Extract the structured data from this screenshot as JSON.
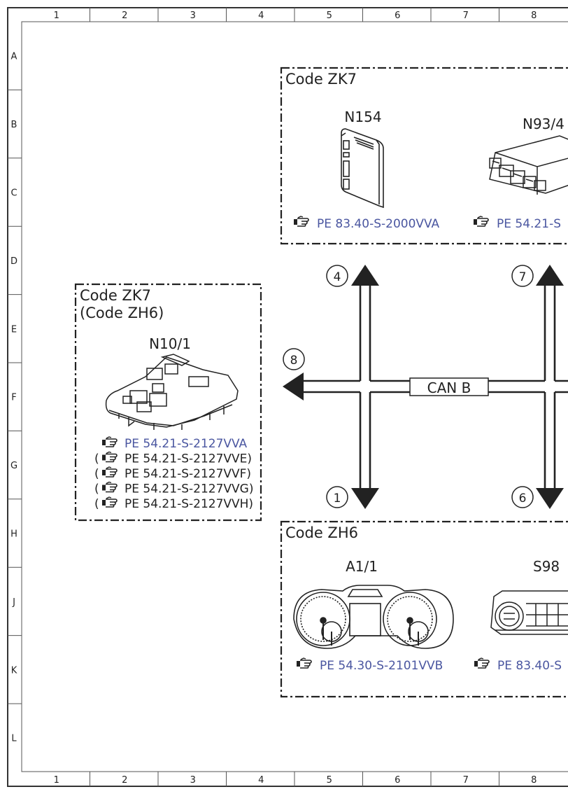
{
  "grid": {
    "columns": [
      "1",
      "2",
      "3",
      "4",
      "5",
      "6",
      "7",
      "8"
    ],
    "rows": [
      "A",
      "B",
      "C",
      "D",
      "E",
      "F",
      "G",
      "H",
      "J",
      "K",
      "L"
    ]
  },
  "bus_label": "CAN B",
  "link_color": "#4a56a0",
  "line_color": "#222222",
  "hand_icon": "pointing-hand-icon",
  "box_top": {
    "title": "Code ZK7",
    "components": [
      {
        "label": "N154",
        "ref": "PE 83.40-S-2000VVA"
      },
      {
        "label": "N93/4",
        "ref": "PE 54.21-S"
      }
    ]
  },
  "box_left": {
    "title_1": "Code ZK7",
    "title_2": "(Code ZH6)",
    "component": "N10/1",
    "refs": [
      {
        "open": "",
        "text": "PE 54.21-S-2127VVA",
        "close": "",
        "link": true
      },
      {
        "open": "(",
        "text": "PE 54.21-S-2127VVE",
        "close": ")",
        "link": false
      },
      {
        "open": "(",
        "text": "PE 54.21-S-2127VVF",
        "close": ")",
        "link": false
      },
      {
        "open": "(",
        "text": "PE 54.21-S-2127VVG",
        "close": ")",
        "link": false
      },
      {
        "open": "(",
        "text": "PE 54.21-S-2127VVH",
        "close": ")",
        "link": false
      }
    ]
  },
  "box_bottom": {
    "title": "Code ZH6",
    "components": [
      {
        "label": "A1/1",
        "ref": "PE 54.30-S-2101VVB"
      },
      {
        "label": "S98",
        "ref": "PE 83.40-S"
      }
    ]
  },
  "connectors": [
    "4",
    "7",
    "8",
    "1",
    "6"
  ]
}
